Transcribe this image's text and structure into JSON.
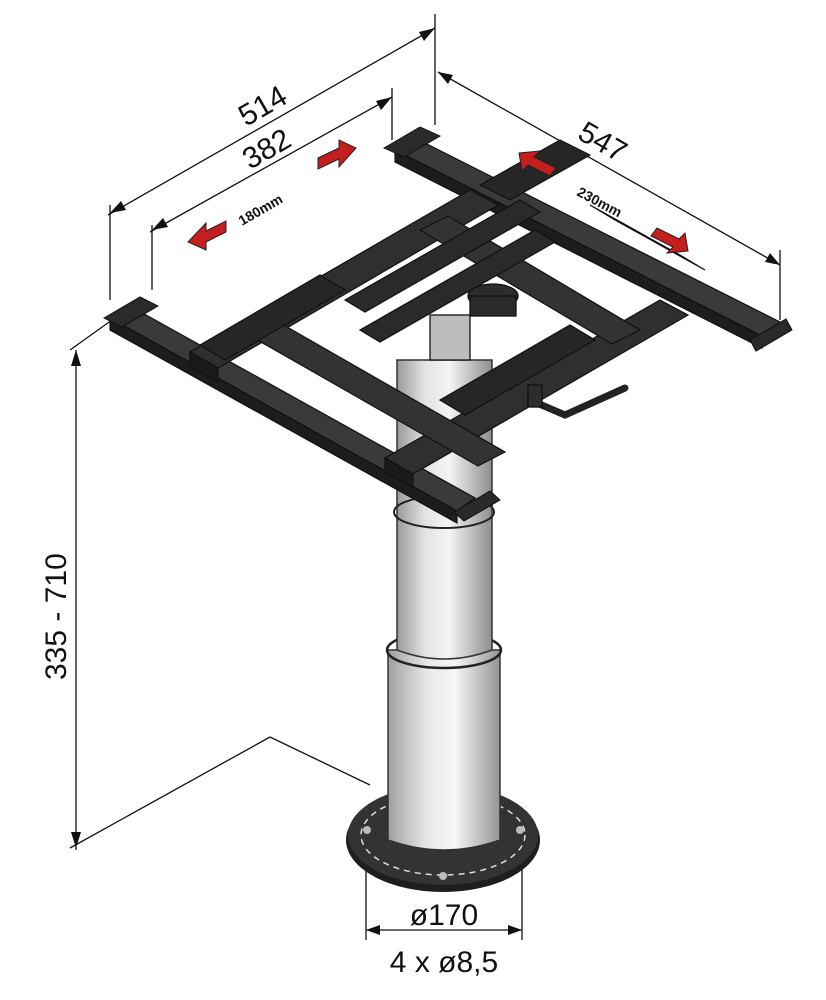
{
  "dimensions": {
    "outer_width": "514",
    "inner_width": "382",
    "depth": "547",
    "travel_x": "180mm",
    "travel_y": "230mm",
    "height_range": "335 - 710",
    "base_diameter": "ø170",
    "holes": "4 x ø8,5"
  },
  "colors": {
    "frame": "#2a2a2a",
    "column": "#d8d8d8",
    "arrow": "#c41e1e",
    "lines": "#111111",
    "base": "#2b2b2b"
  }
}
